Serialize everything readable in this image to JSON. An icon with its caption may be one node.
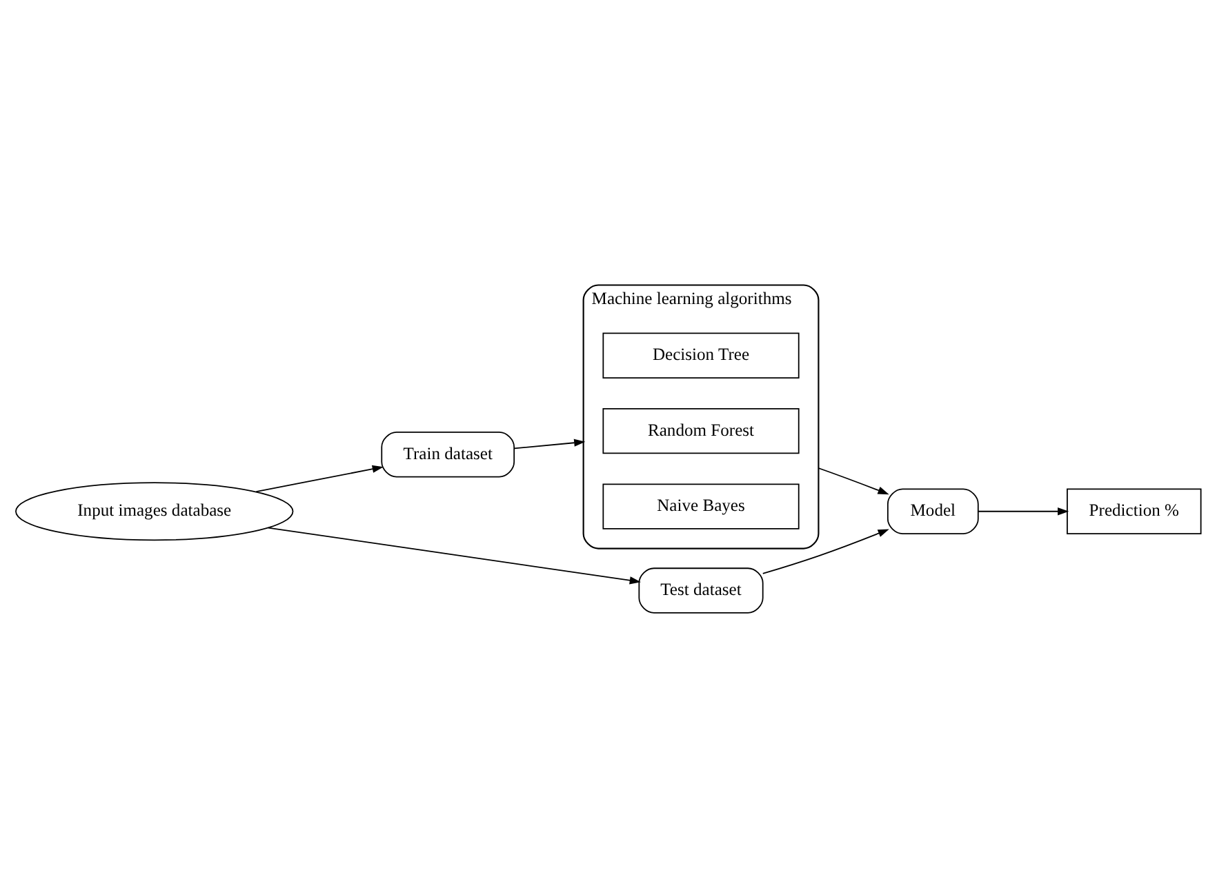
{
  "diagram": {
    "nodes": [
      {
        "text": [
          "Input images database"
        ]
      },
      {
        "text": [
          "Train dataset"
        ]
      },
      {
        "text": [
          "Test dataset"
        ]
      },
      {
        "text": [
          "Machine learning algorithms"
        ]
      },
      {
        "text": [
          "Decision Tree"
        ],
        "in": 3
      },
      {
        "text": [
          "Random Forest"
        ],
        "in": 3
      },
      {
        "text": [
          "Naive Bayes"
        ],
        "in": 3
      },
      {
        "text": [
          "Model"
        ]
      },
      {
        "text": [
          "Prediction %"
        ]
      }
    ],
    "edges": [
      {
        "from": 0,
        "to": 1,
        "arrow": "to"
      },
      {
        "from": 0,
        "to": 2,
        "arrow": "to"
      },
      {
        "from": 1,
        "to": 3,
        "arrow": "to"
      },
      {
        "from": 3,
        "to": 7,
        "arrow": "to"
      },
      {
        "from": 2,
        "to": 7,
        "arrow": "to"
      },
      {
        "from": 7,
        "to": 8,
        "arrow": "to"
      }
    ]
  }
}
